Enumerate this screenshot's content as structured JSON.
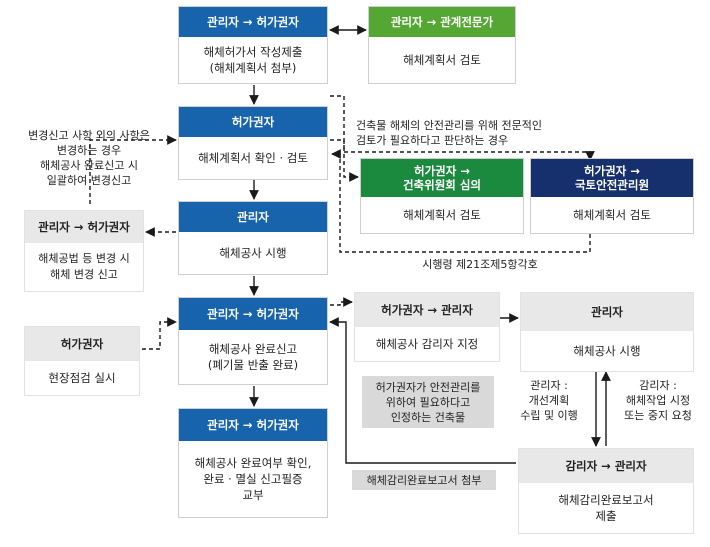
{
  "boxes": {
    "b1": {
      "header": "관리자 → 허가권자",
      "body": "해체허가서 작성제출\n(해체계획서 첨부)"
    },
    "b2": {
      "header": "관리자 → 관계전문가",
      "body": "해체계획서 검토"
    },
    "b3": {
      "header": "허가권자",
      "body": "해체계획서 확인 · 검토"
    },
    "b4": {
      "header": "허가권자 →\n건축위원회 심의",
      "body": "해체계획서 검토"
    },
    "b5": {
      "header": "허가권자 →\n국토안전관리원",
      "body": "해체계획서 검토"
    },
    "b6": {
      "header": "관리자",
      "body": "해체공사 시행"
    },
    "b7": {
      "header": "관리자 → 허가권자",
      "body": "해체공법 등 변경 시\n해체 변경 신고"
    },
    "b8": {
      "header": "관리자 → 허가권자",
      "body": "해체공사 완료신고\n(폐기물 반출 완료)"
    },
    "b9": {
      "header": "허가권자",
      "body": "현장점검 실시"
    },
    "b10": {
      "header": "관리자 → 허가권자",
      "body": "해체공사 완료여부 확인,\n완료 · 멸실 신고필증\n교부"
    },
    "b11": {
      "header": "허가권자 → 관리자",
      "body": "해체공사 감리자 지정"
    },
    "b12": {
      "header": "관리자",
      "body": "해체공사 시행"
    },
    "b13": {
      "header": "감리자 → 관리자",
      "body": "해체감리완료보고서\n제출"
    }
  },
  "notes": {
    "change_report": "변경신고 사항 외의 사항은\n변경하는 경우\n해체공사 완료신고 시\n일괄하여 변경신고",
    "expert_review": "건축물 해체의 안전관리를 위해 전문적인\n검토가 필요하다고 판단하는 경우",
    "enforcement": "시행령 제21조제5항각호",
    "supervisor_needed": "허가권자가 안전관리를\n위하여 필요하다고\n인정하는 건축물",
    "supervision_report": "해체감리완료보고서 첨부",
    "manager_action": "관리자 :\n개선계획\n수립 및 이행",
    "supervisor_action": "감리자 :\n해체작업 시정\n또는 중지 요청"
  }
}
